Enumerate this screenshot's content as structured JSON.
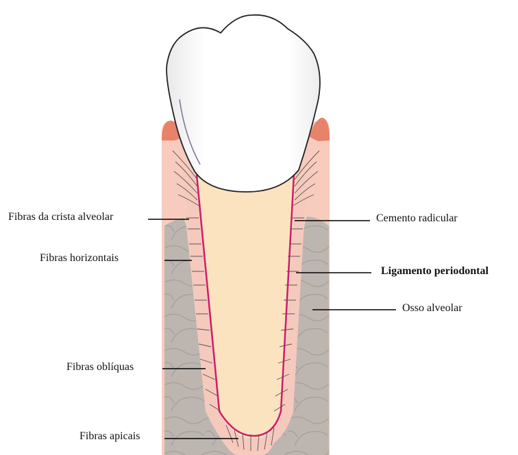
{
  "labels": {
    "left": [
      "Fibras da crista alveolar",
      "Fibras horizontais",
      "Fibras oblíquas",
      "Fibras apicais"
    ],
    "right": [
      "Cemento radicular",
      "Ligamento periodontal",
      "Osso alveolar"
    ]
  },
  "colors": {
    "gingiva": "#f7cbbd",
    "gingiva_edge": "#e8826a",
    "bone": "#bdb6b0",
    "root": "#fbe3c0",
    "cementum": "#d21c6e",
    "ligament": "#f6c9bd",
    "enamel": "#ffffff"
  }
}
